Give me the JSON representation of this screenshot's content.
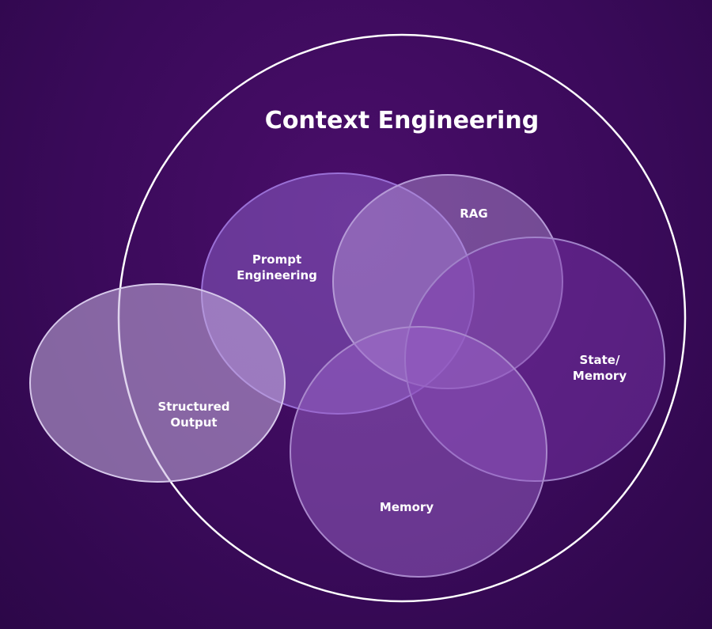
{
  "diagram": {
    "title": "Context Engineering",
    "labels": {
      "rag": "RAG",
      "prompt_line1": "Prompt",
      "prompt_line2": "Engineering",
      "state_line1": "State/",
      "state_line2": "Memory",
      "structured_line1": "Structured",
      "structured_line2": "Output",
      "memory": "Memory"
    },
    "colors": {
      "background": "#3a0a5a",
      "outer_circle_stroke": "#ffffff",
      "prompt_fill": "#7d4bb5",
      "rag_fill": "#a98ad0",
      "state_fill": "#6a2a9a",
      "memory_fill": "#8a55b8",
      "structured_fill": "#b9a0d8"
    }
  }
}
